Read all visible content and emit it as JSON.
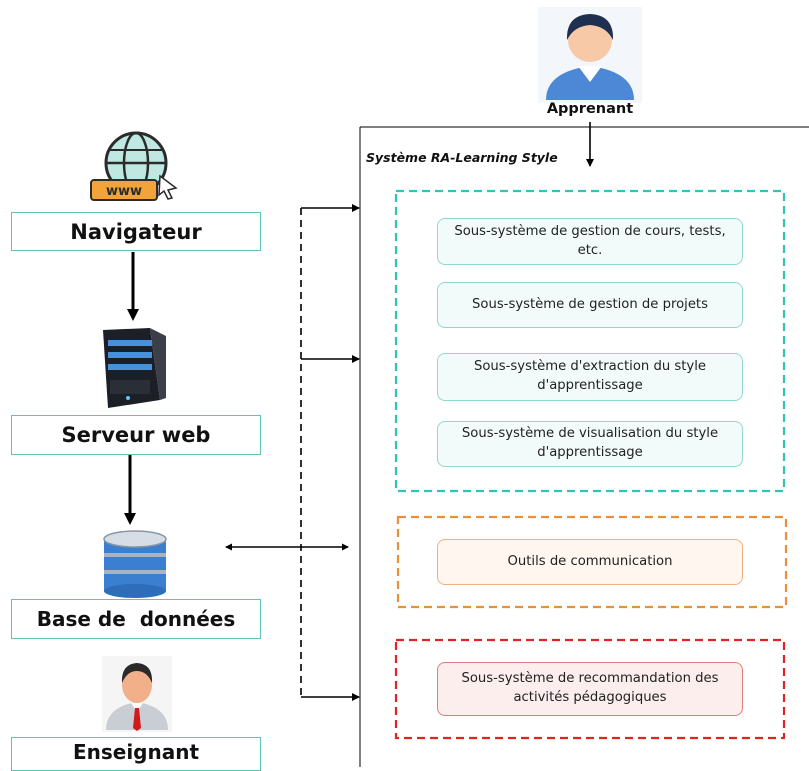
{
  "learner": {
    "label": "Apprenant"
  },
  "system": {
    "title": "Système RA-Learning Style"
  },
  "left_column": {
    "browser": "Navigateur",
    "server": "Serveur web",
    "database": "Base de  données",
    "teacher": "Enseignant"
  },
  "modules": {
    "courses": "Sous-système de gestion de cours, tests, etc.",
    "projects": "Sous-système de gestion de projets",
    "extraction": "Sous-système d'extraction du style d'apprentissage",
    "visualisation": "Sous-système de visualisation du style d'apprentissage",
    "communication": "Outils de communication",
    "recommendation": "Sous-système de recommandation des activités pédagogiques"
  },
  "colors": {
    "teal": "#2ec4b6",
    "orange": "#e8913a",
    "red": "#e02424",
    "box_border": "#5cc7b8"
  }
}
